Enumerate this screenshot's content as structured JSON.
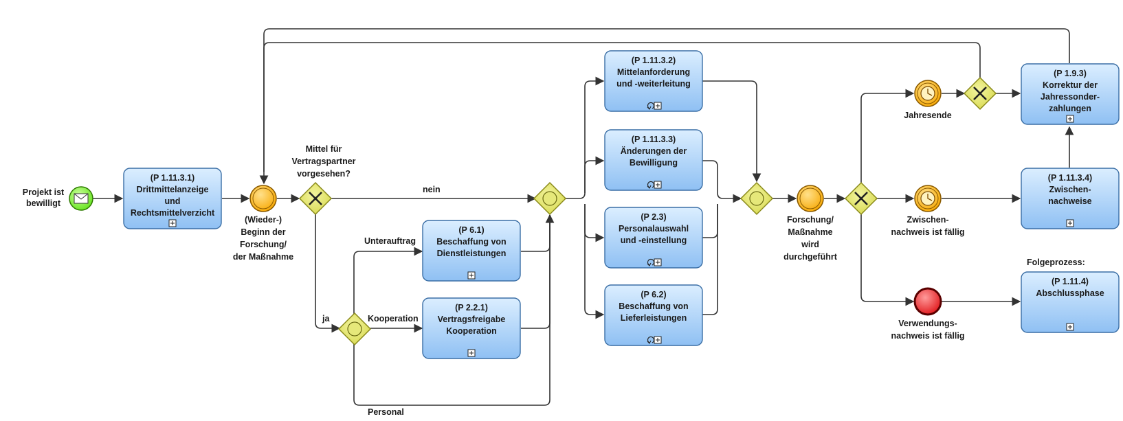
{
  "colors": {
    "task_top": "#dbeeff",
    "task_bottom": "#8fc0f3",
    "task_border": "#3a6ea5",
    "gateway_fill": "#d6d84a",
    "gateway_border": "#8a8a1c",
    "start_event": "#66e31f",
    "intermediate_event": "#f7a700",
    "end_event": "#e0161a",
    "flow_line": "#333333"
  },
  "start_event": {
    "label_lines": [
      "Projekt ist",
      "bewilligt"
    ],
    "icon": "envelope-icon"
  },
  "tasks": {
    "p_1_11_3_1": {
      "lines": [
        "(P 1.11.3.1)",
        "Drittmittelanzeige",
        "und",
        "Rechtsmittelverzicht"
      ],
      "markers": [
        "subprocess-plus-icon"
      ]
    },
    "p_6_1": {
      "lines": [
        "(P 6.1)",
        "Beschaffung von",
        "Dienstleistungen"
      ],
      "markers": [
        "subprocess-plus-icon"
      ]
    },
    "p_2_2_1": {
      "lines": [
        "(P 2.2.1)",
        "Vertragsfreigabe",
        "Kooperation"
      ],
      "markers": [
        "subprocess-plus-icon"
      ]
    },
    "p_1_11_3_2": {
      "lines": [
        "(P 1.11.3.2)",
        "Mittelanforderung",
        "und -weiterleitung"
      ],
      "markers": [
        "loop-icon",
        "subprocess-plus-icon"
      ]
    },
    "p_1_11_3_3": {
      "lines": [
        "(P 1.11.3.3)",
        "Änderungen der",
        "Bewilligung"
      ],
      "markers": [
        "loop-icon",
        "subprocess-plus-icon"
      ]
    },
    "p_2_3": {
      "lines": [
        "(P 2.3)",
        "Personalauswahl",
        "und -einstellung"
      ],
      "markers": [
        "loop-icon",
        "subprocess-plus-icon"
      ]
    },
    "p_6_2": {
      "lines": [
        "(P 6.2)",
        "Beschaffung von",
        "Lieferleistungen"
      ],
      "markers": [
        "loop-icon",
        "subprocess-plus-icon"
      ]
    },
    "p_1_9_3": {
      "lines": [
        "(P 1.9.3)",
        "Korrektur der",
        "Jahressonder-",
        "zahlungen"
      ],
      "markers": [
        "subprocess-plus-icon"
      ]
    },
    "p_1_11_3_4": {
      "lines": [
        "(P 1.11.3.4)",
        "Zwischen-",
        "nachweise"
      ],
      "markers": [
        "subprocess-plus-icon"
      ]
    },
    "p_1_11_4": {
      "lines": [
        "(P 1.11.4)",
        "Abschlussphase"
      ],
      "markers": [
        "subprocess-plus-icon"
      ]
    }
  },
  "events": {
    "beginn": {
      "label_lines": [
        "(Wieder-)",
        "Beginn der",
        "Forschung/",
        "der Maßnahme"
      ]
    },
    "forschung": {
      "label_lines": [
        "Forschung/",
        "Maßnahme",
        "wird",
        "durchgeführt"
      ]
    },
    "jahresende": {
      "label_lines": [
        "Jahresende"
      ],
      "icon": "timer-icon"
    },
    "zwischennachweis": {
      "label_lines": [
        "Zwischen-",
        "nachweis ist fällig"
      ],
      "icon": "timer-icon"
    },
    "verwendungsnachweis": {
      "label_lines": [
        "Verwendungs-",
        "nachweis ist fällig"
      ]
    }
  },
  "gateways": {
    "mittel": {
      "label_lines": [
        "Mittel für",
        "Vertragspartner",
        "vorgesehen?"
      ],
      "type": "exclusive-x-icon"
    }
  },
  "flow_labels": {
    "nein": "nein",
    "ja": "ja",
    "unterauftrag": "Unterauftrag",
    "kooperation": "Kooperation",
    "personal": "Personal"
  },
  "followup": {
    "label": "Folgeprozess:"
  }
}
